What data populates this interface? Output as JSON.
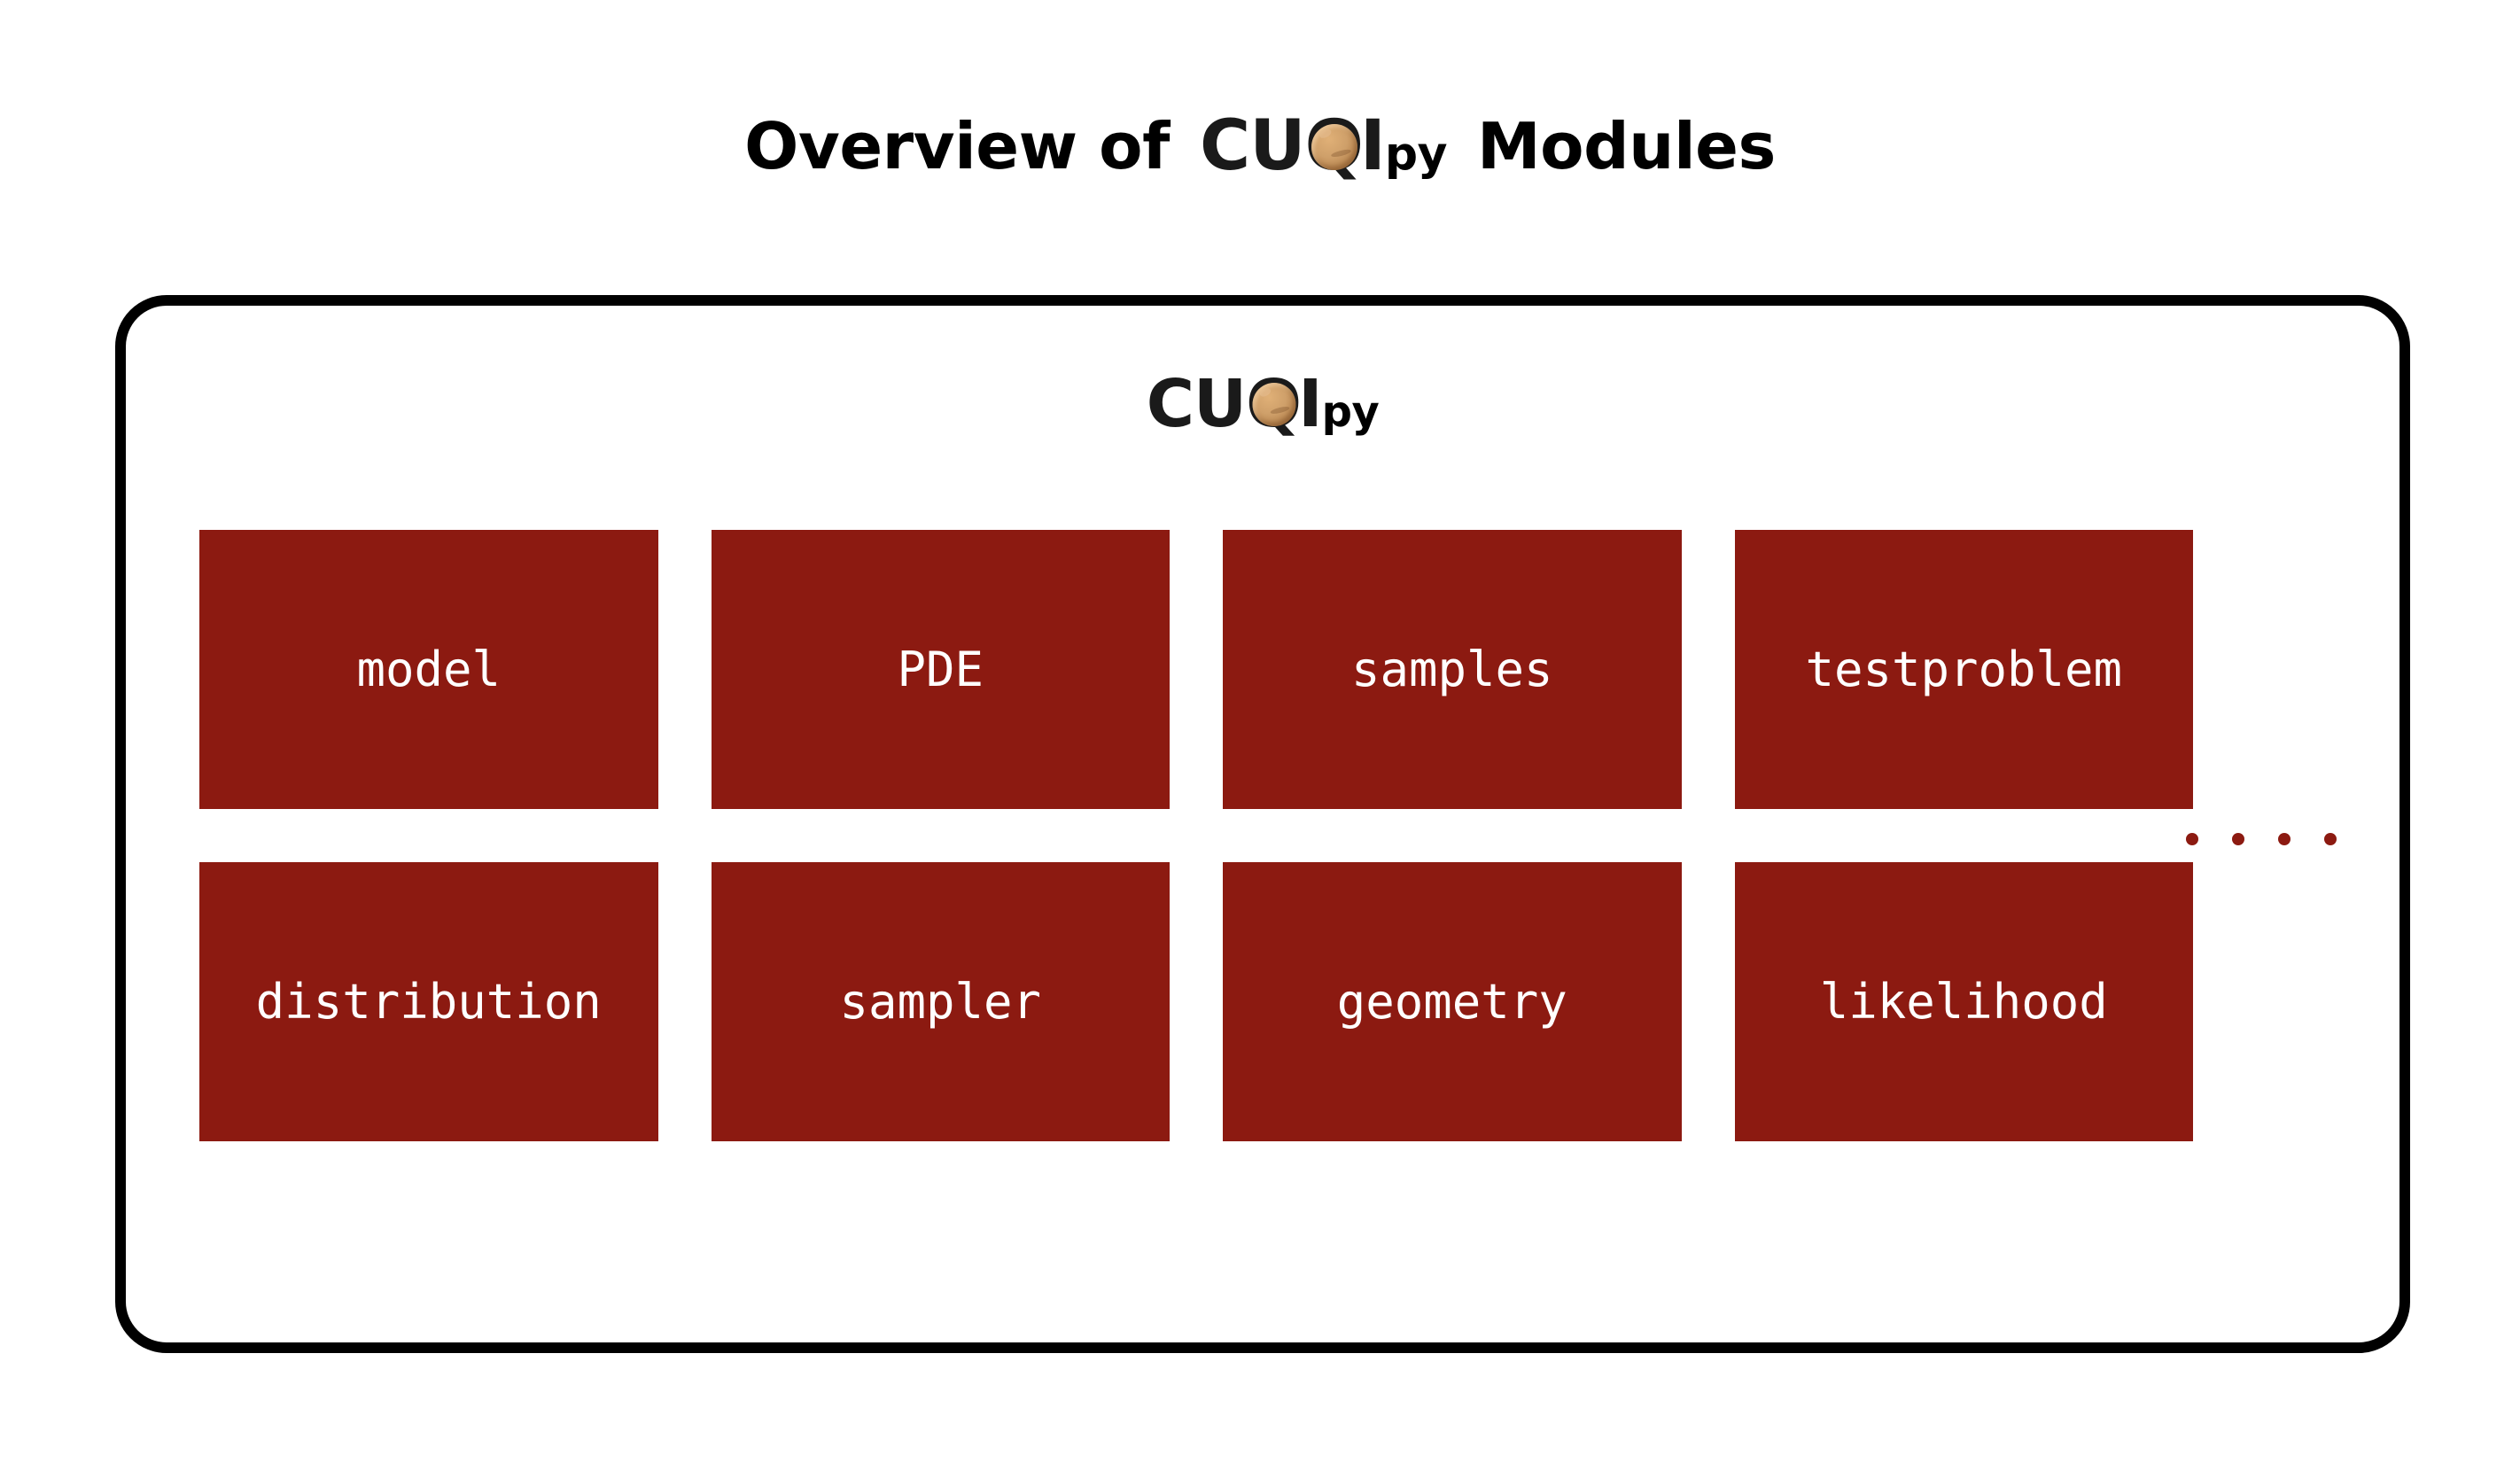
{
  "title": {
    "prefix": "Overview of",
    "suffix": "Modules"
  },
  "logo": {
    "cu": "CU",
    "q": "Q",
    "i": "I",
    "py": "py",
    "ball_color": "#C99A62",
    "text_color": "#1a1a1a"
  },
  "package_box": {
    "border_color": "#000000",
    "background": "#ffffff"
  },
  "modules": {
    "card_color": "#8C1A11",
    "label_color": "#ffffff",
    "rows": [
      [
        {
          "label": "model"
        },
        {
          "label": "PDE"
        },
        {
          "label": "samples"
        },
        {
          "label": "testproblem"
        }
      ],
      [
        {
          "label": "distribution"
        },
        {
          "label": "sampler"
        },
        {
          "label": "geometry"
        },
        {
          "label": "likelihood"
        }
      ]
    ]
  },
  "ellipsis": {
    "count": 4,
    "color": "#8C1A11"
  }
}
